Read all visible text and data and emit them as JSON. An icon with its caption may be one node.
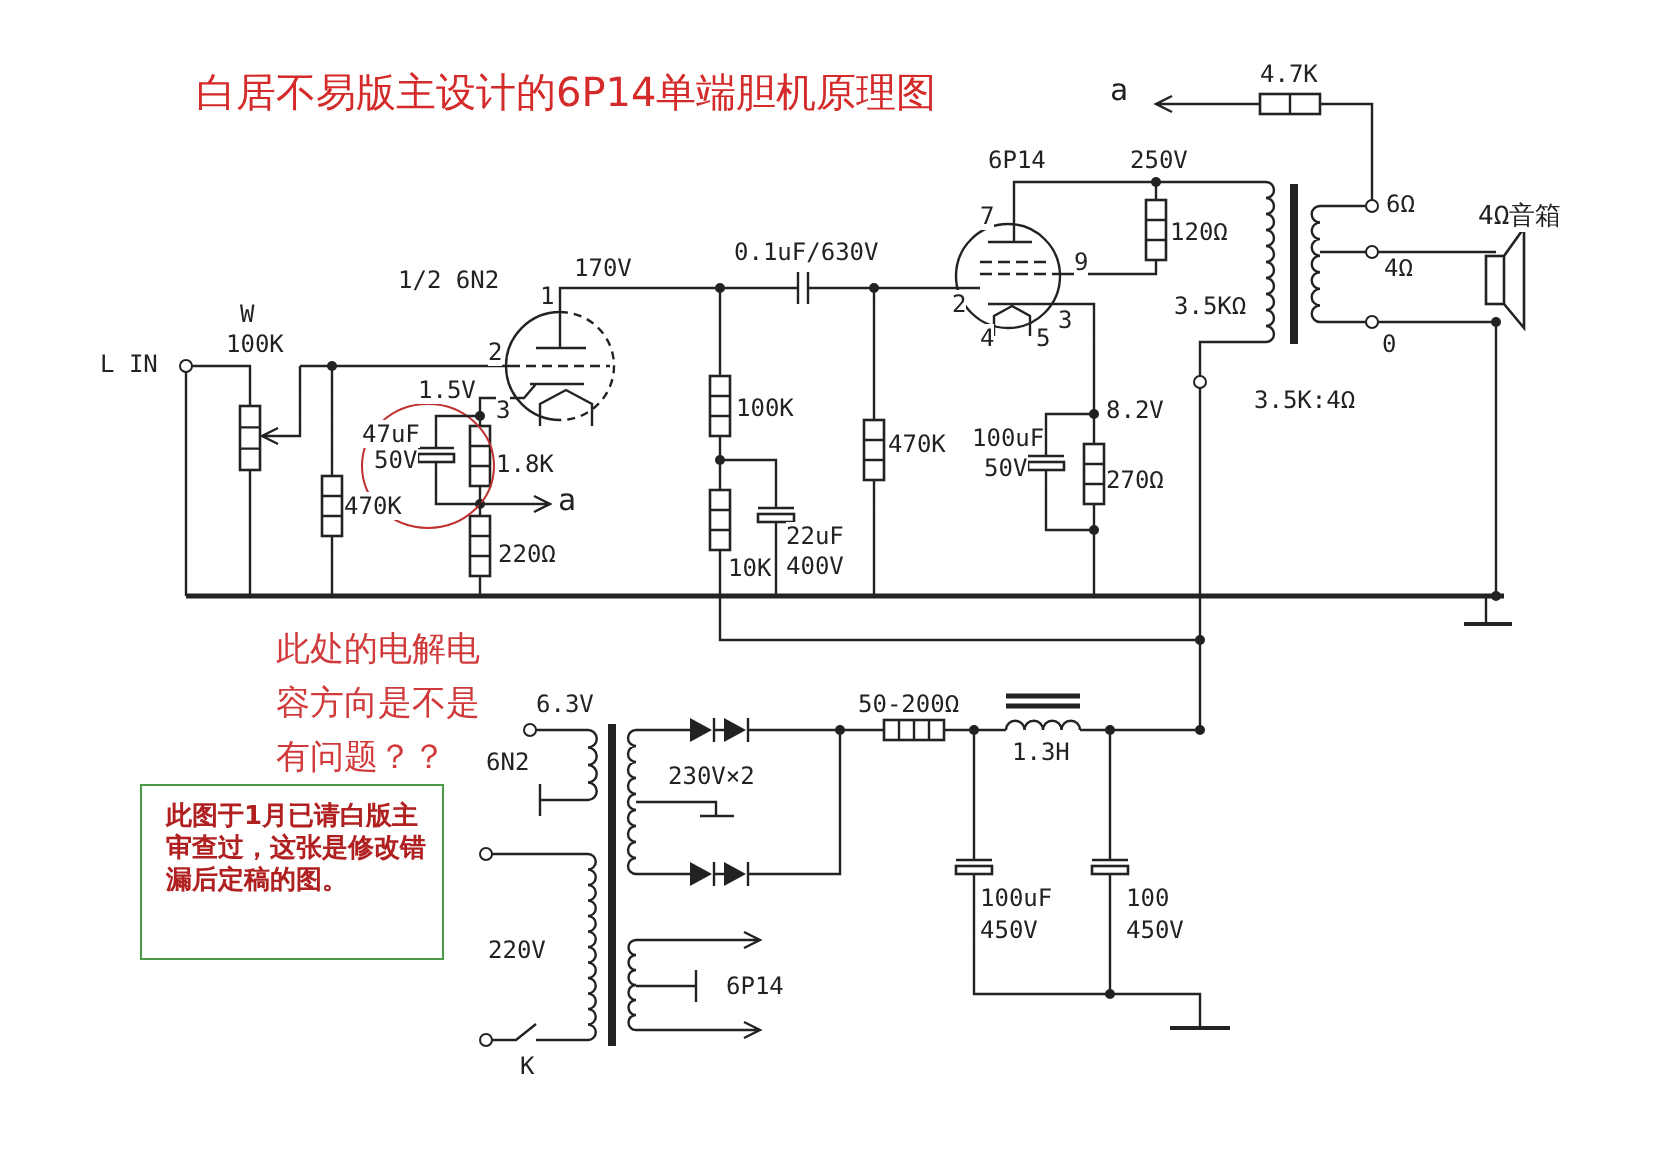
{
  "diagram": {
    "title": "白居不易版主设计的6P14单端胆机原理图",
    "nodes": [
      {
        "text": [
          "此图于1月已请白版主审查过，这张是修改错漏后定稿的图。"
        ]
      }
    ],
    "labels": [
      "a",
      "4.7K",
      "6P14",
      "250V",
      "0.1uF/630V",
      "7",
      "120Ω",
      "6Ω",
      "4Ω音箱",
      "9",
      "4Ω",
      "1/2 6N2",
      "170V",
      "L IN",
      "W",
      "100K",
      "1",
      "2",
      "2",
      "3.5KΩ",
      "3",
      "4",
      "5",
      "0",
      "1.5V",
      "3",
      "8.2V",
      "3.5K:4Ω",
      "100K",
      "47uF",
      "50V",
      "1.8K",
      "470K",
      "100uF",
      "50V",
      "270Ω",
      "470K",
      "a",
      "22uF",
      "220Ω",
      "10K",
      "400V",
      "此处的电解电容方向是不是有问题？？",
      "6.3V",
      "50-200Ω",
      "6N2",
      "1.3H",
      "230V×2",
      "100uF",
      "450V",
      "100",
      "450V",
      "220V",
      "6P14",
      "K"
    ]
  }
}
